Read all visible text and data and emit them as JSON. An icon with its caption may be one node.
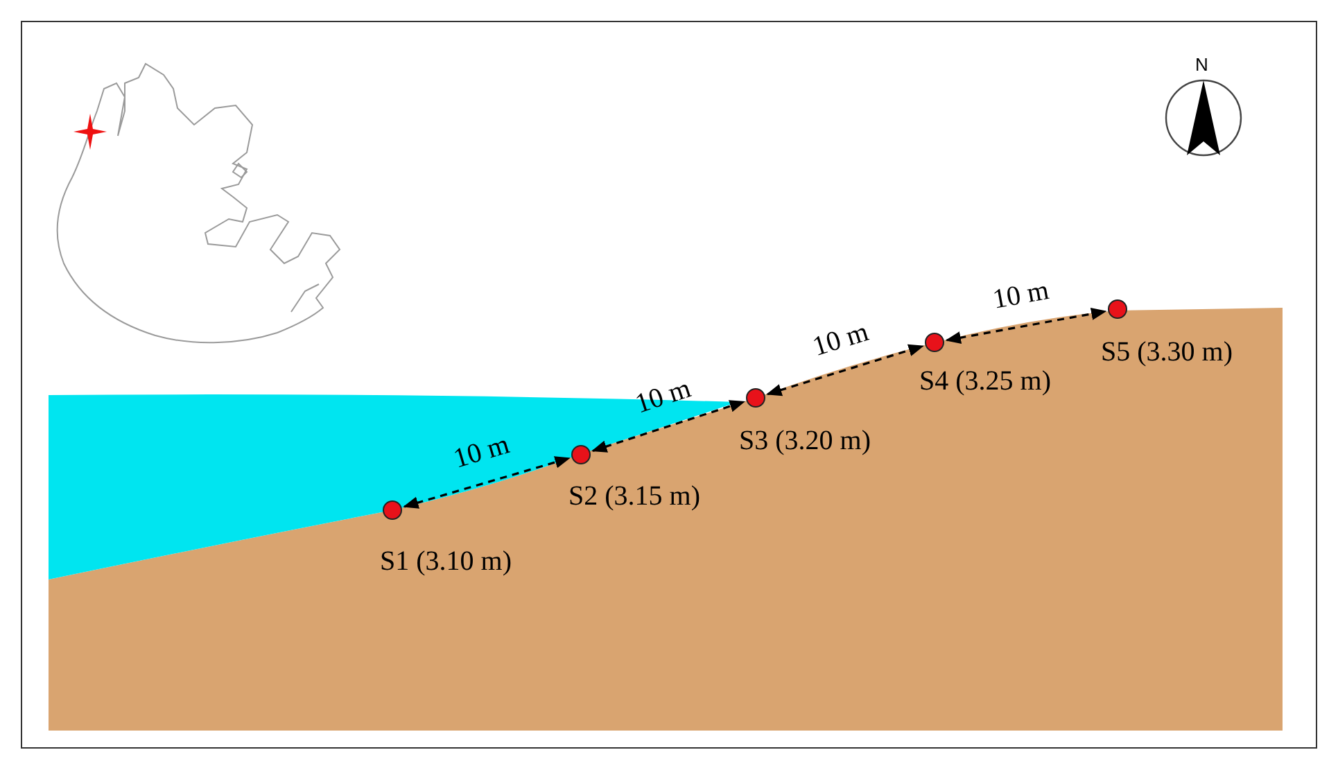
{
  "diagram": {
    "nodes": [
      {
        "text": [],
        "shape": "circle",
        "beside": [
          "S1 (3.10 m)"
        ]
      },
      {
        "text": [],
        "shape": "circle",
        "beside": [
          "S2 (3.15 m)"
        ]
      },
      {
        "text": [],
        "shape": "circle",
        "beside": [
          "S3 (3.20 m)"
        ]
      },
      {
        "text": [],
        "shape": "circle",
        "beside": [
          "S4 (3.25 m)"
        ]
      },
      {
        "text": [],
        "shape": "circle",
        "beside": [
          "S5 (3.30 m)"
        ]
      }
    ],
    "edges": [
      {
        "from": 0,
        "to": 1,
        "arrow": "both",
        "label": "10 m",
        "style": "dashed"
      },
      {
        "from": 1,
        "to": 2,
        "arrow": "both",
        "label": "10 m",
        "style": "dashed"
      },
      {
        "from": 2,
        "to": 3,
        "arrow": "both",
        "label": "10 m",
        "style": "dashed"
      },
      {
        "from": 3,
        "to": 4,
        "arrow": "both",
        "label": "10 m",
        "style": "dashed"
      }
    ],
    "labels": [
      "N"
    ]
  }
}
